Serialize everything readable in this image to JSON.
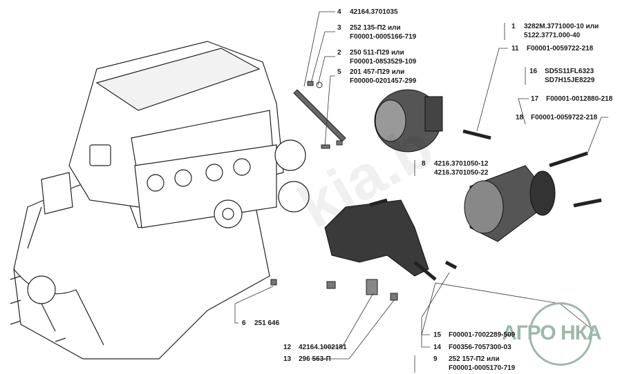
{
  "callouts": [
    {
      "num": "4",
      "lines": [
        "42164.3701035"
      ]
    },
    {
      "num": "3",
      "lines": [
        "252 135-П2 или",
        "F00001-0005166-719"
      ]
    },
    {
      "num": "2",
      "lines": [
        "250 511-П29 или",
        "F00001-0853529-109"
      ]
    },
    {
      "num": "5",
      "lines": [
        "201 457-П29 или",
        "F00000-0201457-299"
      ]
    },
    {
      "num": "1",
      "lines": [
        "3282М.3771000-10 или",
        "5122.3771.000-40"
      ]
    },
    {
      "num": "11",
      "lines": [
        "F00001-0059722-218"
      ]
    },
    {
      "num": "16",
      "lines": [
        "SD5S11FL6323",
        "SD7H15JE8229"
      ]
    },
    {
      "num": "17",
      "lines": [
        "F00001-0012880-218"
      ]
    },
    {
      "num": "18",
      "lines": [
        "F00001-0059722-218"
      ]
    },
    {
      "num": "8",
      "lines": [
        "4216.3701050-12",
        "4216.3701050-22"
      ]
    },
    {
      "num": "6",
      "lines": [
        "251 646"
      ]
    },
    {
      "num": "15",
      "lines": [
        "F00001-7002289-509"
      ]
    },
    {
      "num": "12",
      "lines": [
        "42164.1002181"
      ]
    },
    {
      "num": "14",
      "lines": [
        "F00356-7057300-03"
      ]
    },
    {
      "num": "13",
      "lines": [
        "296 563-П"
      ]
    },
    {
      "num": "9",
      "lines": [
        "252 157-П2 или",
        "F00001-0005170-719"
      ]
    }
  ],
  "watermark": {
    "logo": "АГРО НКА",
    "text": "kia.b"
  },
  "colors": {
    "line": "#333333",
    "logo": "#9db8aa",
    "part_dark": "#3a3a3a"
  }
}
